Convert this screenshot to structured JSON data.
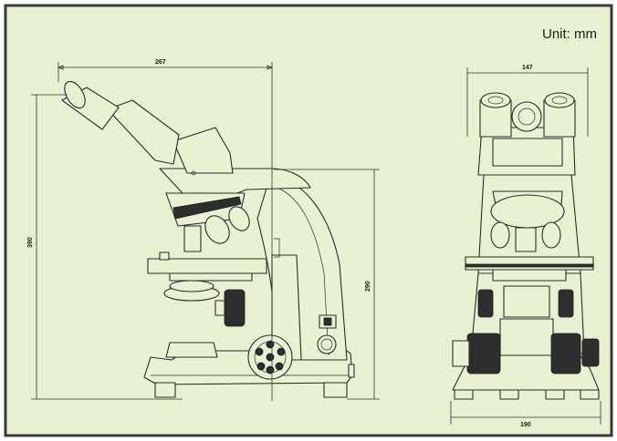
{
  "unit_label": "Unit: mm",
  "dimensions": {
    "side_width": "267",
    "side_height_total": "390",
    "side_height_arm": "290",
    "front_top_width": "147",
    "front_base_width": "190"
  },
  "colors": {
    "background": "#e7f1d1",
    "frame": "#3a3a3a",
    "line": "#2a2a2a"
  }
}
